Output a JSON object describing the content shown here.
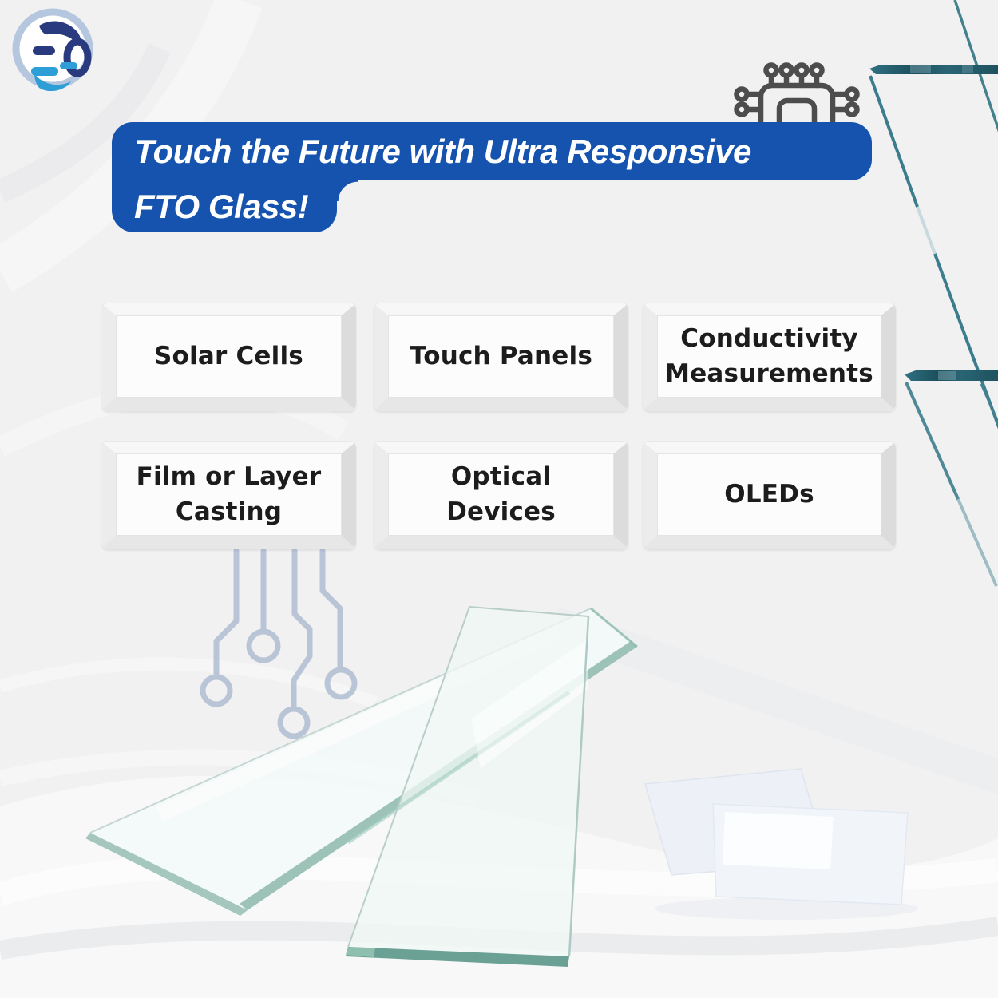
{
  "banner": {
    "line1": "Touch the Future with Ultra Responsive",
    "line2": "FTO Glass!"
  },
  "buttons": [
    {
      "label": "Solar Cells"
    },
    {
      "label": "Touch Panels"
    },
    {
      "label": "Conductivity Measurements"
    },
    {
      "label": "Film or Layer Casting"
    },
    {
      "label": "Optical Devices"
    },
    {
      "label": "OLEDs"
    }
  ],
  "icons": {
    "logo": "brand-logo-badge",
    "chip": "microchip-icon",
    "circuits": "circuit-traces",
    "slides": "glass-microscope-slides",
    "samples": "fto-coated-glass-samples",
    "panes": "tilted-glass-panes"
  },
  "colors": {
    "banner_blue": "#1553ae",
    "headline_text": "#ffffff",
    "button_text": "#1c1c1c",
    "button_face": "#fcfcfc",
    "button_frame": "#ececec",
    "circuit_trace": "#b3c1d4",
    "glass_edge_teal_dark": "#25606e",
    "glass_edge_teal_soft": "#6ba195",
    "logo_navy": "#293a7e",
    "logo_light_blue": "#2d9fd6",
    "logo_ring": "#b5c7de",
    "chip_gray": "#4d4d4d",
    "background": "#f1f1f2"
  }
}
